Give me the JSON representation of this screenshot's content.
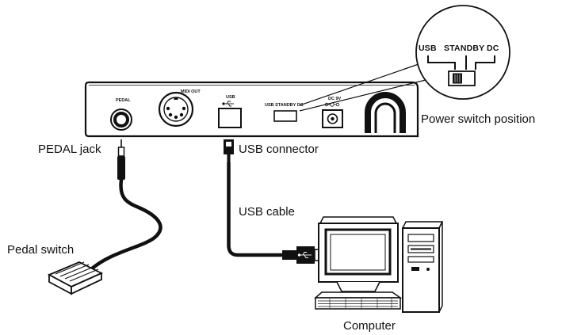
{
  "panel": {
    "pedal_label": "PEDAL",
    "midi_label": "MIDI OUT",
    "usb_label": "USB",
    "switch_label": "USB STANDBY DC",
    "dc_label": "DC 9V"
  },
  "zoom": {
    "usb": "USB",
    "standby": "STANDBY",
    "dc": "DC"
  },
  "labels": {
    "power_switch_position": "Power switch position",
    "pedal_jack": "PEDAL jack",
    "usb_connector": "USB connector",
    "usb_cable": "USB cable",
    "pedal_switch": "Pedal switch",
    "computer": "Computer"
  }
}
